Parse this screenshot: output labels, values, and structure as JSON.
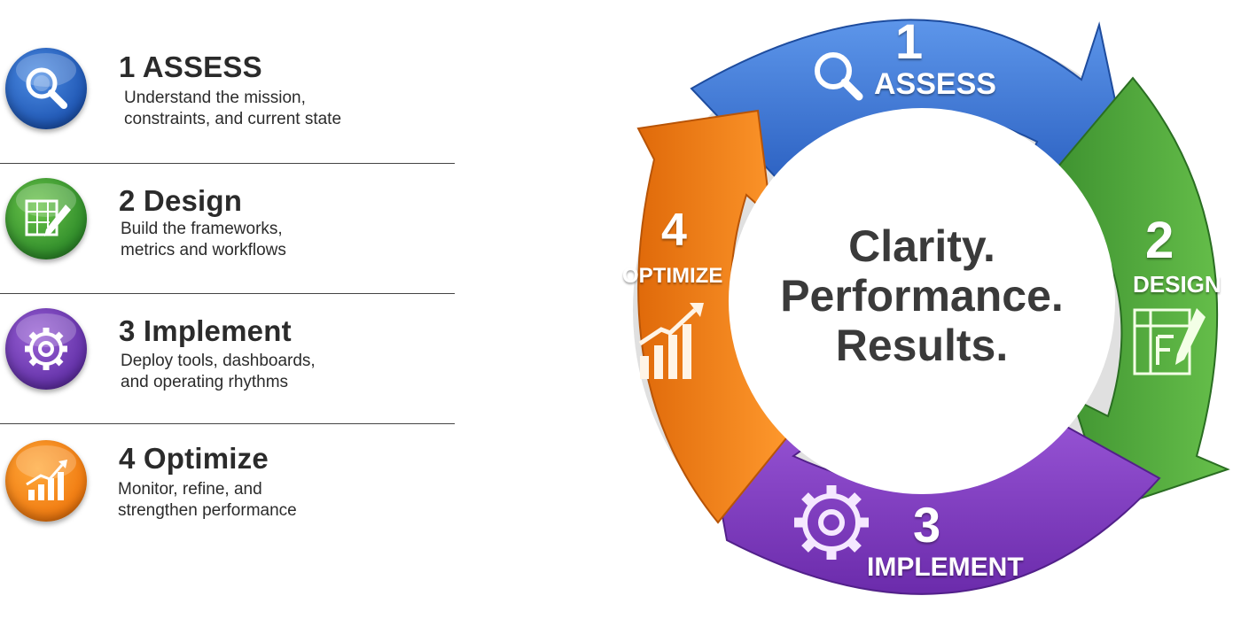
{
  "steps": [
    {
      "title": "1 ASSESS",
      "desc_line1": "Understand the mission,",
      "desc_line2": "constraints, and current state",
      "icon": "magnifier-icon",
      "color": "#2a66c8"
    },
    {
      "title": "2 Design",
      "desc_line1": "Build the frameworks,",
      "desc_line2": "metrics and workflows",
      "icon": "blueprint-pencil-icon",
      "color": "#3a9a31"
    },
    {
      "title": "3 Implement",
      "desc_line1": "Deploy tools, dashboards,",
      "desc_line2": "and operating rhythms",
      "icon": "gear-icon",
      "color": "#6f3bb5"
    },
    {
      "title": "4 Optimize",
      "desc_line1": "Monitor, refine, and",
      "desc_line2": "strengthen performance",
      "icon": "growth-chart-icon",
      "color": "#f5841a"
    }
  ],
  "cycle": {
    "center_line1": "Clarity.",
    "center_line2": "Performance.",
    "center_line3": "Results.",
    "segments": [
      {
        "number": "1",
        "label": "ASSESS",
        "color": "#3f78d8",
        "icon": "magnifier-icon"
      },
      {
        "number": "2",
        "label": "DESIGN",
        "color": "#4aa83a",
        "icon": "blueprint-pencil-icon"
      },
      {
        "number": "3",
        "label": "IMPLEMENT",
        "color": "#8138c2",
        "icon": "gear-icon"
      },
      {
        "number": "4",
        "label": "OPTIMIZE",
        "color": "#f07d12",
        "icon": "growth-chart-icon"
      }
    ]
  }
}
